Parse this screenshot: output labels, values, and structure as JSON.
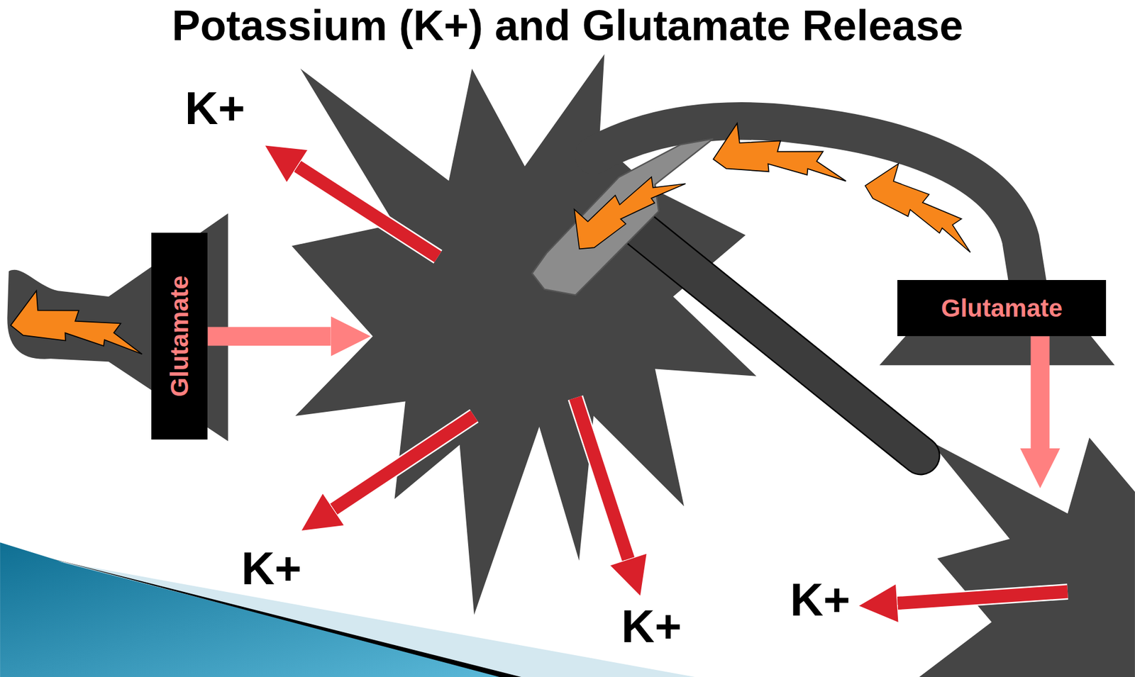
{
  "diagram": {
    "title": "Potassium (K+) and Glutamate Release",
    "nodes": [
      {
        "text": [
          "Glutamate"
        ]
      },
      {
        "text": [
          "Glutamate"
        ]
      }
    ],
    "labels": [
      "K+",
      "K+",
      "K+",
      "K+"
    ]
  }
}
